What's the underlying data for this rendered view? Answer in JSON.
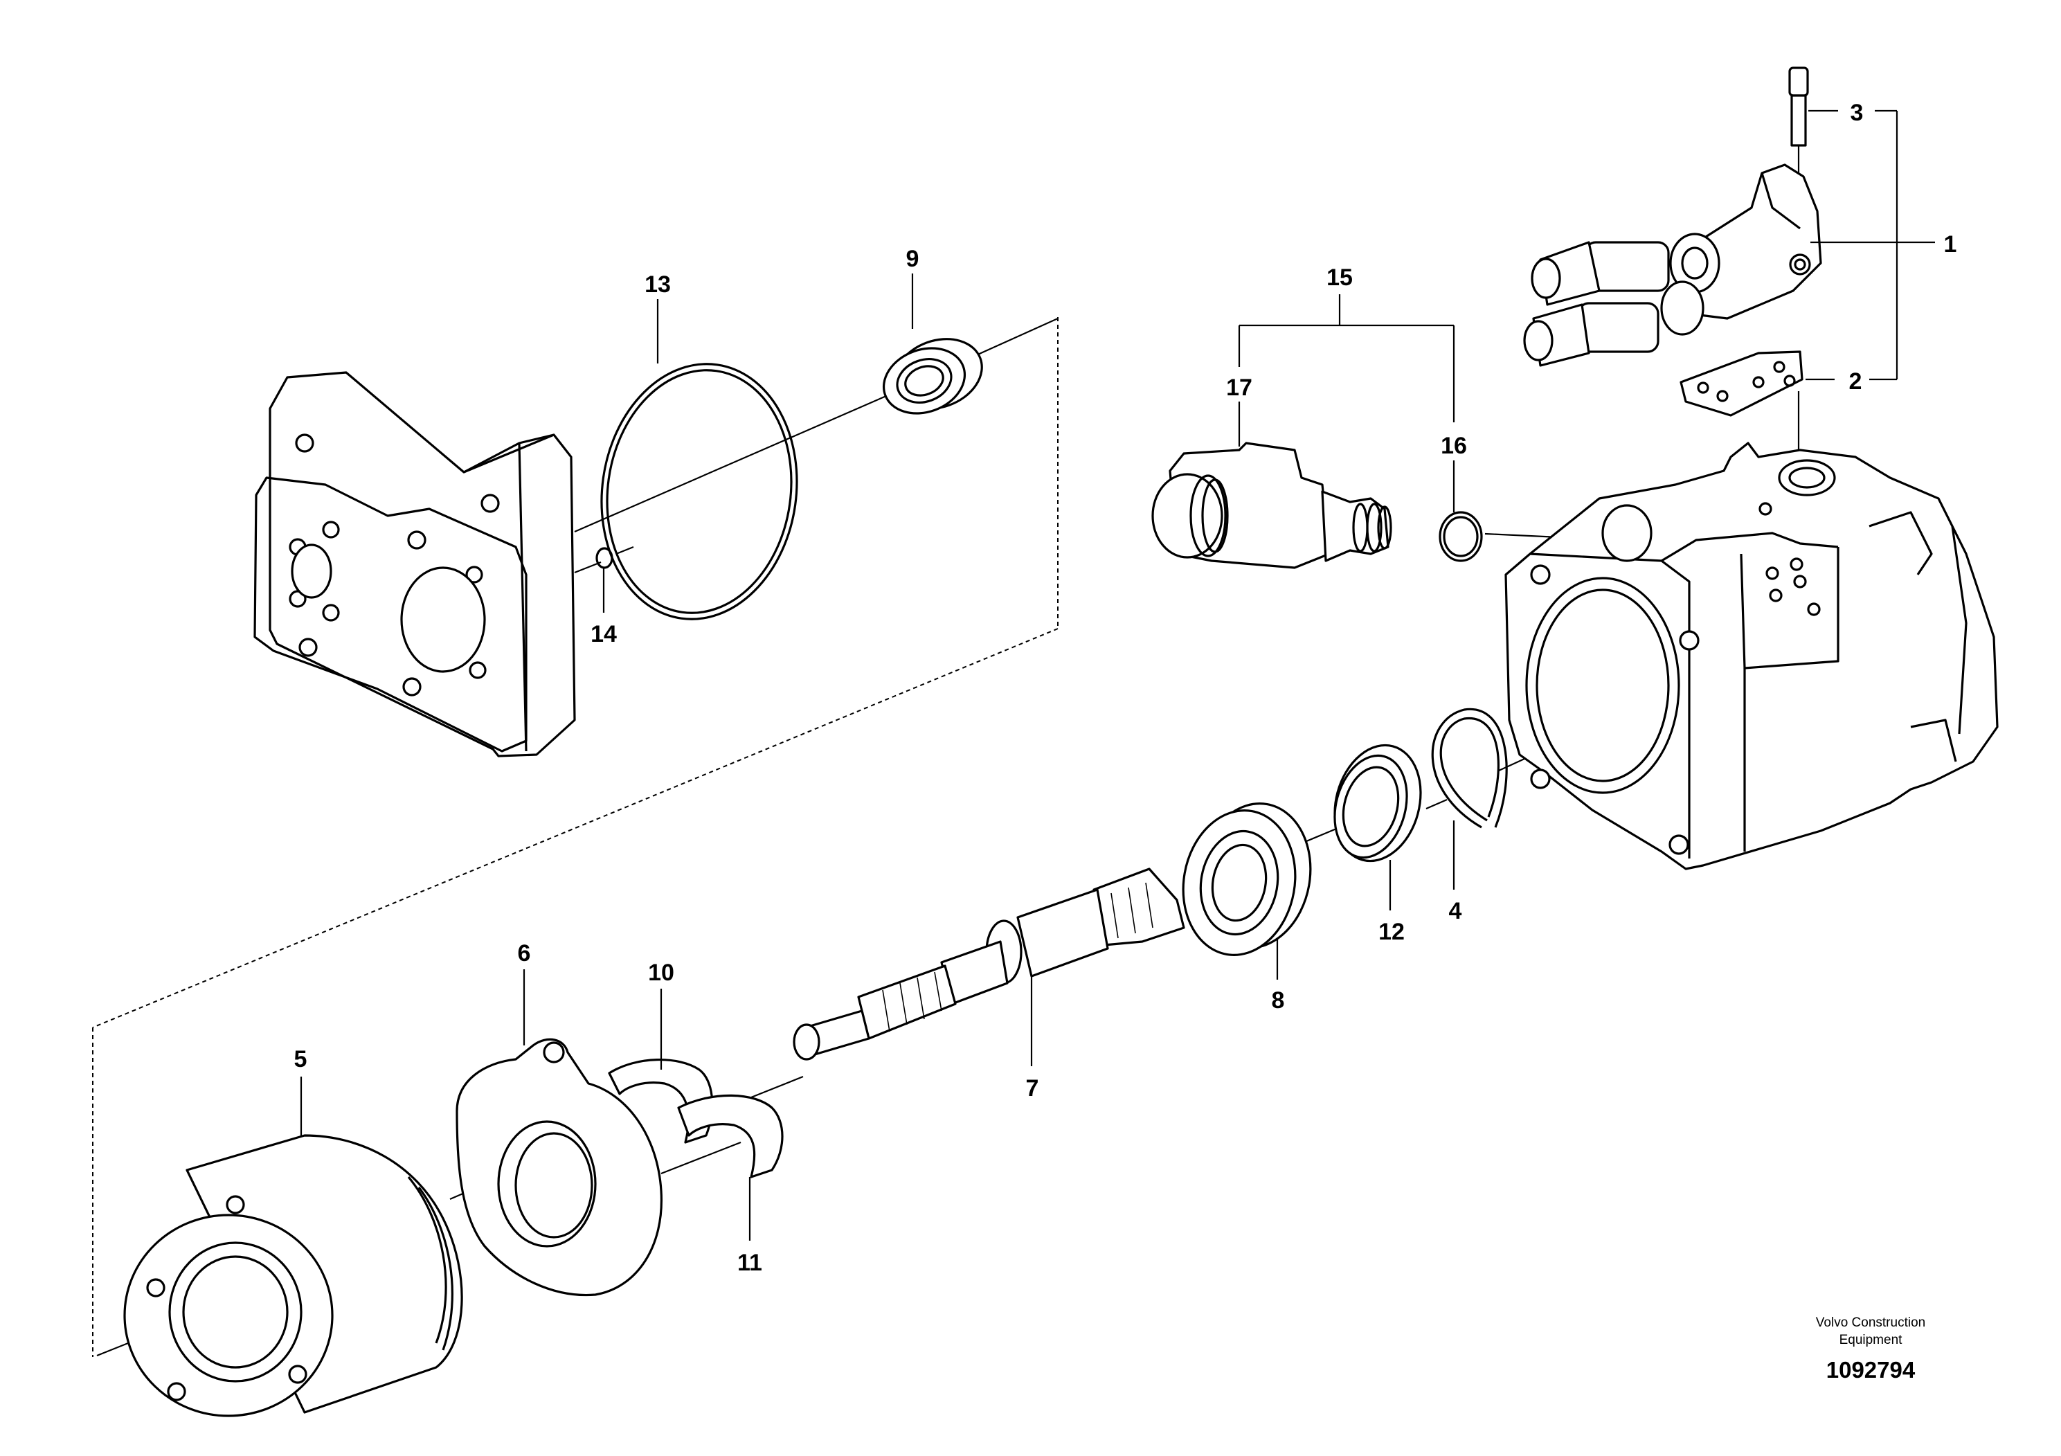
{
  "callouts": {
    "c1": "1",
    "c2": "2",
    "c3": "3",
    "c4": "4",
    "c5": "5",
    "c6": "6",
    "c7": "7",
    "c8": "8",
    "c9": "9",
    "c10": "10",
    "c11": "11",
    "c12": "12",
    "c13": "13",
    "c14": "14",
    "c15": "15",
    "c16": "16",
    "c17": "17"
  },
  "footer": {
    "brand_line1": "Volvo Construction",
    "brand_line2": "Equipment",
    "drawing_number": "1092794"
  }
}
